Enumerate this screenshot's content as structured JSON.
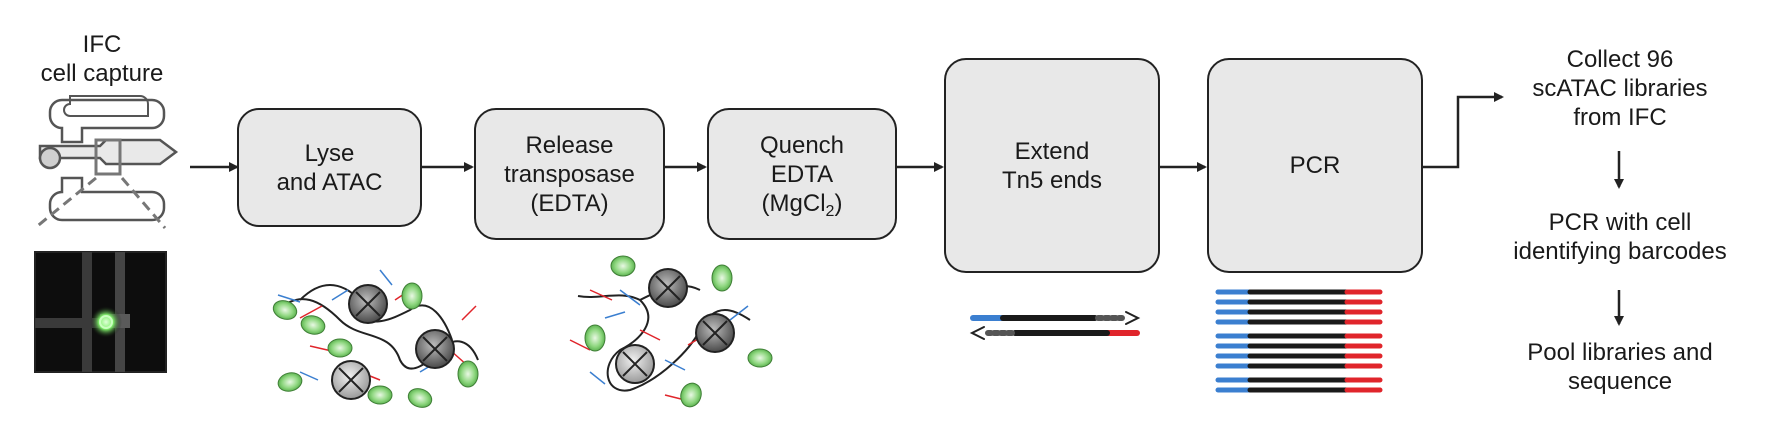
{
  "ifc": {
    "line1": "IFC",
    "line2": "cell capture"
  },
  "steps": {
    "lyse": {
      "line1": "Lyse",
      "line2": "and ATAC"
    },
    "release": {
      "line1": "Release",
      "line2": "transposase",
      "line3": "(EDTA)"
    },
    "quench": {
      "line1": "Quench",
      "line2": "EDTA",
      "line3_main": "(MgCl",
      "line3_sub": "2",
      "line3_end": ")"
    },
    "extend": {
      "line1": "Extend",
      "line2": "Tn5 ends"
    },
    "pcr": {
      "line1": "PCR"
    }
  },
  "right": {
    "collect": {
      "line1": "Collect 96",
      "line2": "scATAC libraries",
      "line3": "from IFC"
    },
    "barcode": {
      "line1": "PCR with cell",
      "line2": "identifying barcodes"
    },
    "pool": {
      "line1": "Pool libraries and",
      "line2": "sequence"
    }
  },
  "colors": {
    "box_fill": "#e8e8e8",
    "stroke": "#222222",
    "blue": "#3b7fd0",
    "red": "#e0252b",
    "cell_green": "#7ccf6e",
    "nucleosome": "#555555"
  }
}
